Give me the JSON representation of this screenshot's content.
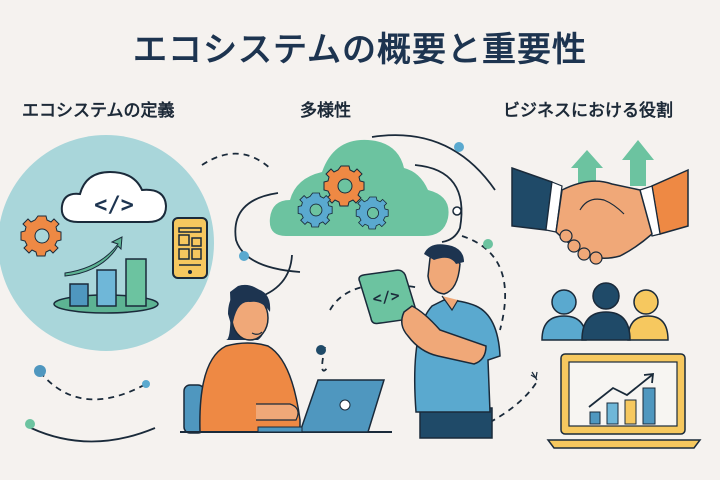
{
  "title": "エコシステムの概要と重要性",
  "sections": [
    {
      "label": "エコシステムの定義"
    },
    {
      "label": "多様性"
    },
    {
      "label": "ビジネスにおける役割"
    }
  ],
  "code_glyph": "</>",
  "colors": {
    "background": "#f5f2ef",
    "title": "#1d3450",
    "teal_circle": "#a9d6da",
    "green": "#6cc3a0",
    "orange": "#ee8944",
    "blue": "#5aa9cf",
    "navy": "#1f4a68",
    "yellow": "#f6c85f",
    "skin": "#f0a878",
    "outline": "#1a2a3a"
  }
}
